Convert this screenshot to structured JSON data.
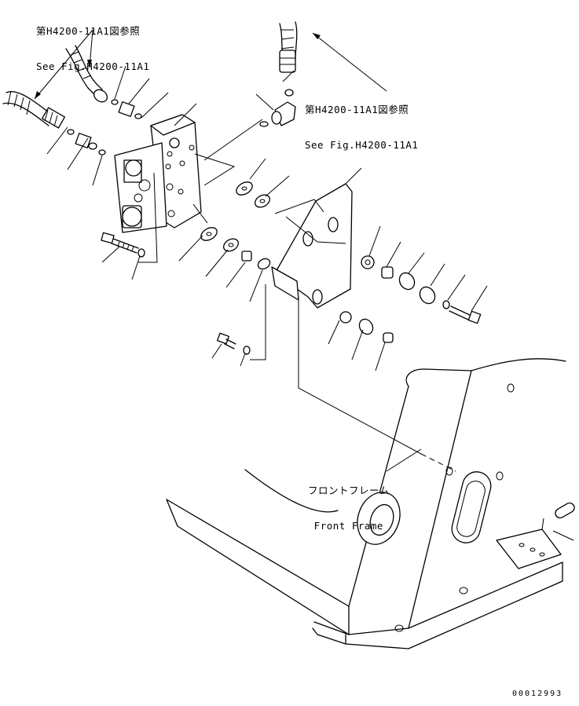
{
  "references": {
    "top_left": {
      "jp": "第H4200-11A1図参照",
      "en": "See Fig.H4200-11A1"
    },
    "top_right": {
      "jp": "第H4200-11A1図参照",
      "en": "See Fig.H4200-11A1"
    }
  },
  "frame_label": {
    "jp": "フロントフレーム",
    "en": "Front Frame"
  },
  "drawing_number": "00012993"
}
